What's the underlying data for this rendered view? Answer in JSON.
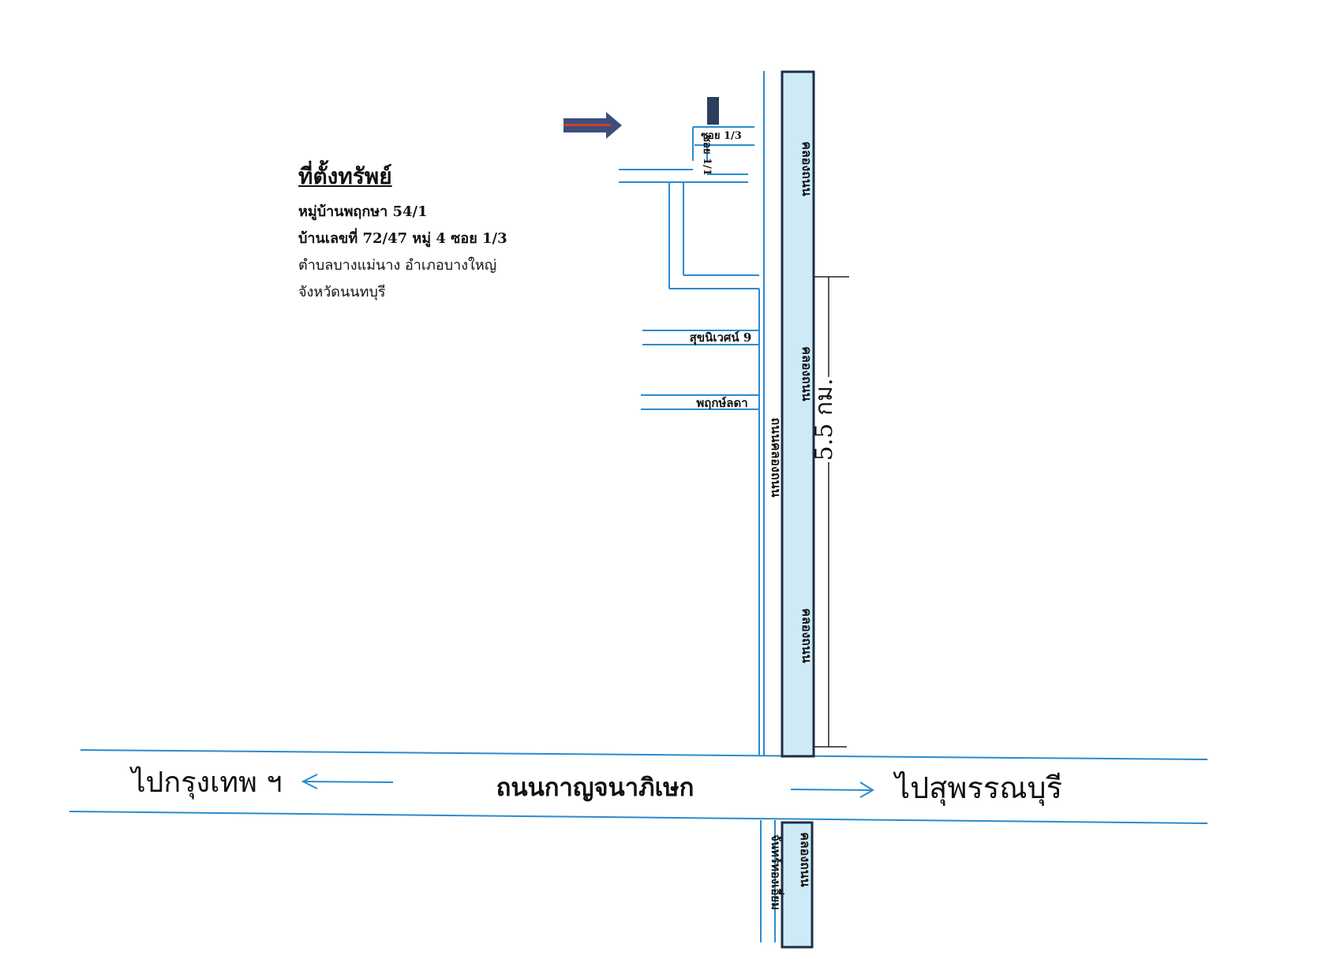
{
  "legend": {
    "title": "ที่ตั้งทรัพย์",
    "lines": [
      "หมู่บ้านพฤกษา 54/1",
      "บ้านเลขที่ 72/47 หมู่ 4 ซอย 1/3",
      "ตำบลบางแม่นาง อำเภอบางใหญ่",
      "จังหวัดนนทบุรี"
    ]
  },
  "roads": {
    "main_road": "ถนนกาญจนาภิเษก",
    "to_bangkok": "ไปกรุงเทพ ฯ",
    "to_suphanburi": "ไปสุพรรณบุรี",
    "canal_road": "ถนนคลองถนน",
    "canal_upper": "คลองถนน",
    "canal_middle": "คลองถนน",
    "canal_lower": "คลองถนน",
    "canal_south": "คลองถนน",
    "soi_1_3": "ซอย 1/3",
    "soi_1_1": "ซอย 1/1",
    "sukhaniwet": "สุขนิเวศน์ 9",
    "pruklada": "พฤกษ์ลดา",
    "chanthongiam": "จันทร์ทองเอี่ยม"
  },
  "distance": {
    "label": "5.5 กม."
  },
  "colors": {
    "road_line": "#2a8bd0",
    "canal_fill": "#cdeaf6",
    "canal_border": "#1c2f46",
    "pointer_arrow_fill": "#3b4f7a",
    "pointer_arrow_stripe": "#d23b2e",
    "target_house": "#2c3e5c"
  },
  "icons": {
    "pointer": "right-arrow-icon",
    "target": "house-marker-icon"
  }
}
